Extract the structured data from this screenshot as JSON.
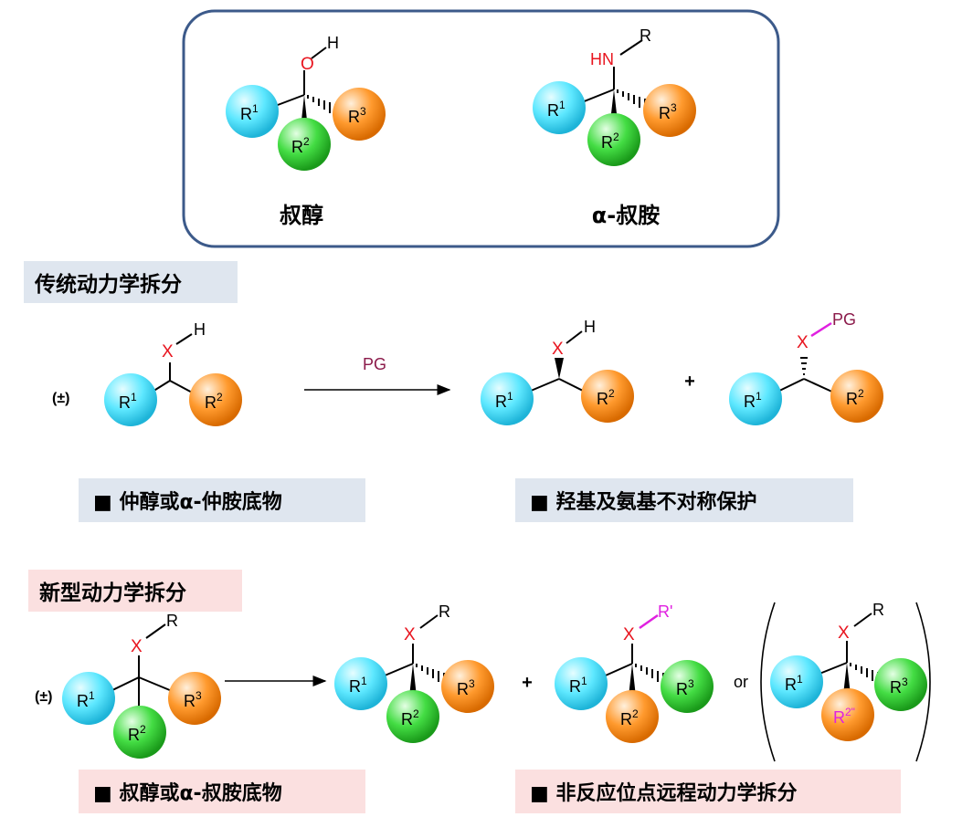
{
  "box": {
    "tertiary_alcohol": "叔醇",
    "alpha_tertiary_amine": "α-叔胺",
    "oh_o": "O",
    "oh_h": "H",
    "amine_hn": "HN",
    "amine_r": "R"
  },
  "traditional": {
    "heading": "传统动力学拆分",
    "racemic": "(±)",
    "reagent": "PG",
    "plus": "+",
    "substrate_label": "■  仲醇或α-仲胺底物",
    "note_label": "■  羟基及氨基不对称保护"
  },
  "novel": {
    "heading": "新型动力学拆分",
    "racemic": "(±)",
    "plus": "+",
    "or": "or",
    "substrate_label": "■  叔醇或α-叔胺底物",
    "note_label": "■  非反应位点远程动力学拆分"
  },
  "atoms": {
    "X": "X",
    "H": "H",
    "R": "R",
    "PG": "PG",
    "R_prime": "R'"
  },
  "spheres": {
    "R1": "R",
    "R2": "R",
    "R3": "R",
    "sup1": "1",
    "sup2": "2",
    "sup3": "3",
    "sup2pp": "2\""
  },
  "colors": {
    "cyan": "#5ee8ff",
    "green": "#44dd44",
    "orange": "#ff9a2e",
    "box_border": "#3c5a8a",
    "heading_blue_bg": "#dfe6ef",
    "heading_pink_bg": "#fbe0e0",
    "heteroatom_red": "#e8141e",
    "pg_maroon": "#8b1a4a",
    "magenta": "#e020e0"
  }
}
